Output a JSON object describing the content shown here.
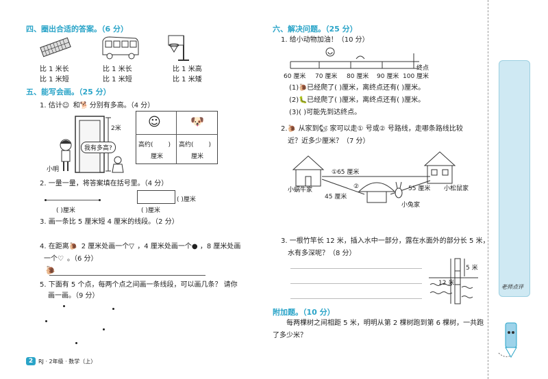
{
  "sec4": {
    "title": "四、圈出合适的答案。（6 分）",
    "items": [
      {
        "icon": "keyboard-icon",
        "a": "比 1 米长",
        "b": "比 1 米短"
      },
      {
        "icon": "bus-icon",
        "a": "比 1 米长",
        "b": "比 1 米短"
      },
      {
        "icon": "basketball-hoop-icon",
        "a": "比 1 米高",
        "b": "比 1 米矮"
      }
    ]
  },
  "sec5": {
    "title": "五、能写会画。（25 分）",
    "q1": {
      "pre": "1. 估计",
      "mid": "和",
      "post": "分别有多高。（4 分）",
      "height_label": "2米",
      "bubble": "我有多高?",
      "name": "小明",
      "cell_pre": "高约(",
      "cell_post": ")",
      "cell_unit": "厘米"
    },
    "q2": {
      "text": "2. 一量一量，将答案填在括号里。（4 分）",
      "unit1": "(     )厘米",
      "unit2": "(     )厘米"
    },
    "q3": {
      "text": "3. 画一条比 5 厘米短 4 厘米的线段。（2 分）"
    },
    "q4": {
      "text_a": "4. 在距离",
      "text_b": "2 厘米处画一个",
      "text_c": "，4 厘米处画一个",
      "text_d": "，8 厘米处画",
      "text_e": "一个",
      "text_f": "。（6 分）"
    },
    "q5": {
      "line1": "5. 下面有 5 个点，每两个点之间画一条线段，可以画几条？ 请你",
      "line2": "画一画。（9 分）"
    }
  },
  "sec6": {
    "title": "六、解决问题。（25 分）",
    "q1": {
      "title": "1. 给小动物加油！（10 分）",
      "ticks": [
        "60 厘米",
        "70 厘米",
        "80 厘米",
        "90 厘米",
        "100 厘米"
      ],
      "end_label": "终点",
      "a": "(1)",
      "a_text": "已经爬了(     )厘米，离终点还有(     )厘米。",
      "b": "(2)",
      "b_text": "已经爬了(     )厘米，离终点还有(     )厘米。",
      "c": "(3)(     )可能先到达终点。"
    },
    "q2": {
      "line1_a": "2.",
      "line1_b": "从家到",
      "line1_c": "家可以走① 号或② 号路线，走哪条路线比较",
      "line2": "近？近多少厘米？（7 分）",
      "route1": "①65 厘米",
      "route2": "②",
      "d45": "45 厘米",
      "d55": "55 厘米",
      "snail_home": "小蜗牛家",
      "squirrel_home": "小松鼠家",
      "rabbit_home": "小兔家"
    },
    "q3": {
      "line1": "3. 一根竹竿长 12 米，插入水中一部分，露在水面外的部分长 5 米，",
      "line2": "水有多深呢？（8 分）",
      "l12": "12 米",
      "l5": "5 米"
    }
  },
  "extra": {
    "title": "附加题。（10 分）",
    "line1": "每两棵树之间相距 5 米，明明从第 2 棵树跑到第 6 棵树，一共跑",
    "line2": "了多少米？"
  },
  "footer": {
    "page": "2",
    "text": "RJ · 2年级 · 数学（上）"
  },
  "sidebar": {
    "label": "老师点评"
  }
}
